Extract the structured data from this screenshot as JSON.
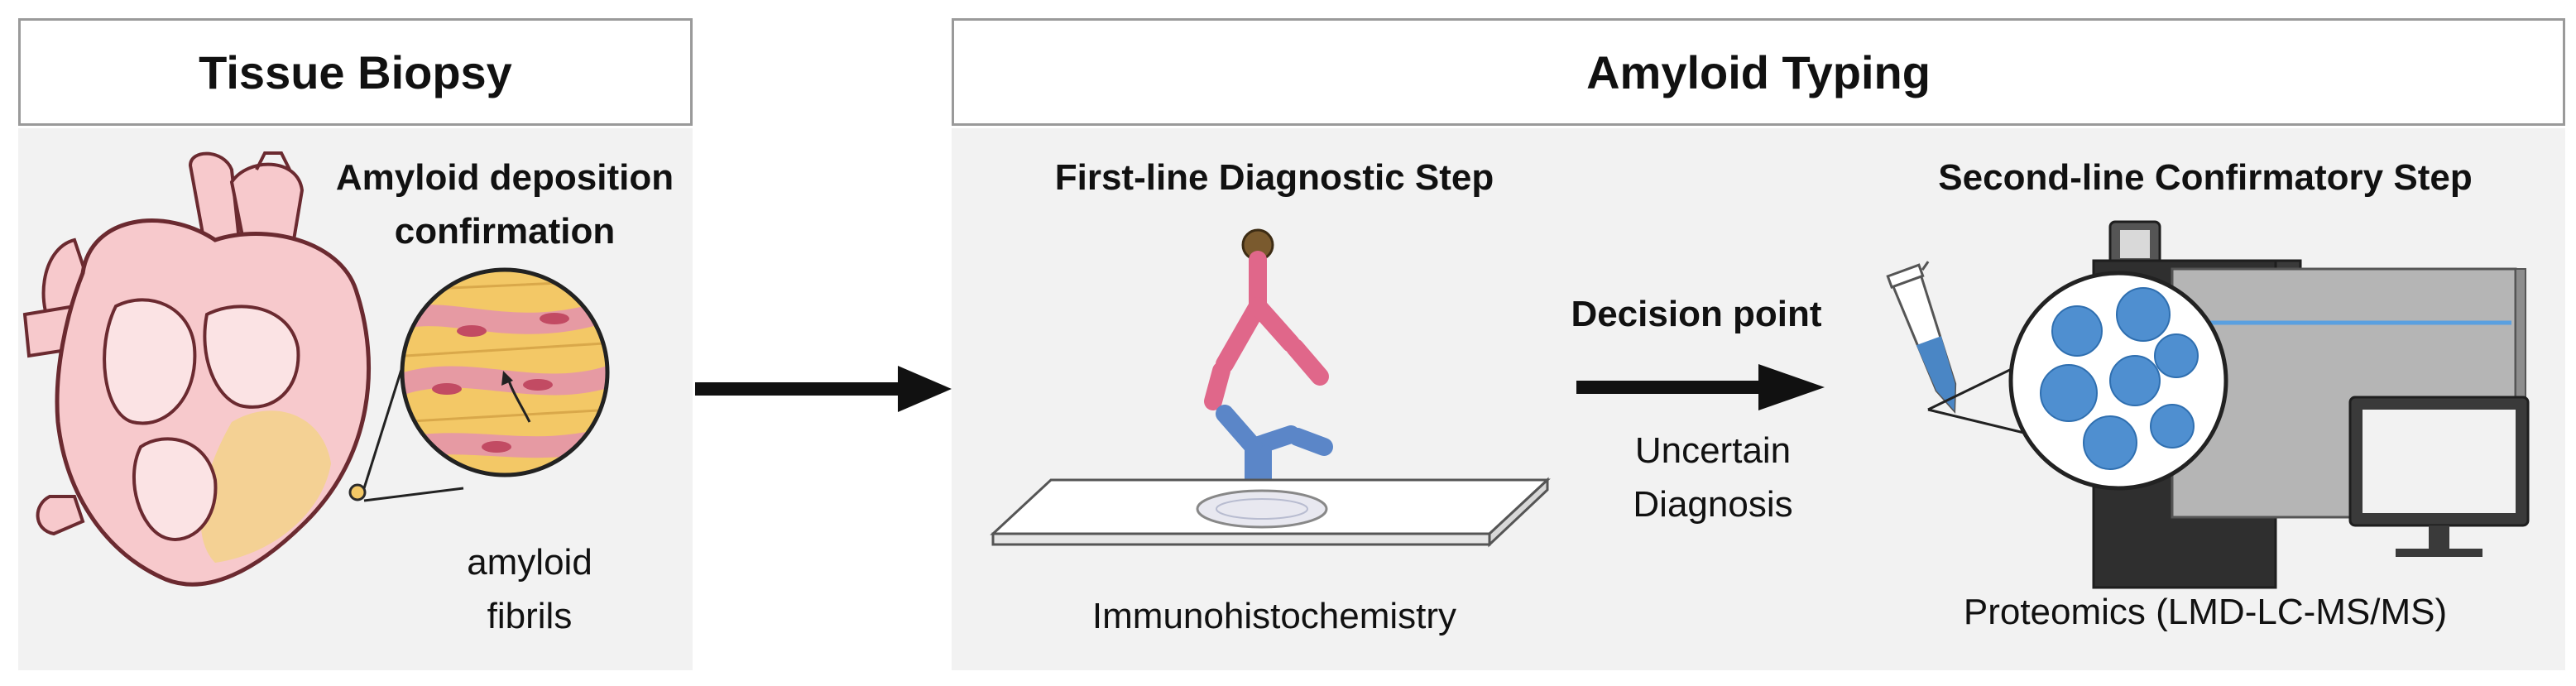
{
  "tissue_biopsy": {
    "header": "Tissue Biopsy",
    "deposition_title_line1": "Amyloid deposition",
    "deposition_title_line2": "confirmation",
    "fibrils_label_line1": "amyloid",
    "fibrils_label_line2": "fibrils"
  },
  "amyloid_typing": {
    "header": "Amyloid Typing",
    "first_line_title": "First-line Diagnostic Step",
    "first_line_method": "Immunohistochemistry",
    "decision_point": "Decision point",
    "uncertain_line1": "Uncertain",
    "uncertain_line2": "Diagnosis",
    "second_line_title": "Second-line Confirmatory Step",
    "second_line_method": "Proteomics (LMD-LC-MS/MS)"
  },
  "colors": {
    "heart_fill": "#f7c9cc",
    "heart_stroke": "#6b2a30",
    "magnifier_fill": "#f3c866",
    "antibody_primary": "#e0678a",
    "antibody_secondary": "#5b86c8",
    "gold_bead": "#7a5a2e",
    "tube_fill": "#4a86c5",
    "protein_blobs": "#4f8fd0",
    "instrument_body": "#3a3a3a",
    "accent_line": "#5aa0e0"
  }
}
